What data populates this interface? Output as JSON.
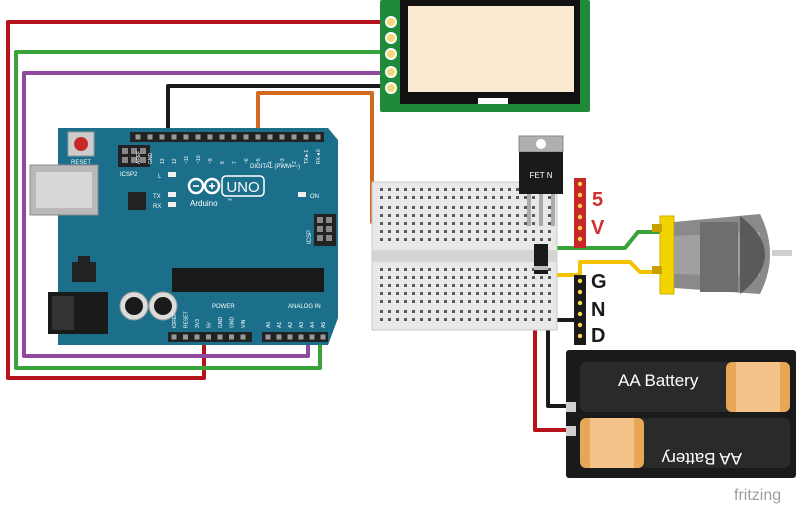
{
  "arduino": {
    "brand": "Arduino",
    "trademark": "™",
    "model": "UNO",
    "reset_label": "RESET",
    "icsp2_label": "ICSP2",
    "icsp_label": "ICSP",
    "led_l": "L",
    "led_tx": "TX",
    "led_rx": "RX",
    "on_label": "ON",
    "digital_label": "DIGITAL (PWM=~)",
    "power_label": "POWER",
    "analog_label": "ANALOG IN",
    "digital_pins": [
      "AREF",
      "GND",
      "13",
      "12",
      "~11",
      "~10",
      "~9",
      "8",
      "7",
      "~6",
      "~5",
      "4",
      "~3",
      "2",
      "TX►1",
      "RX◄0"
    ],
    "power_pins": [
      "IOREF",
      "RESET",
      "3V3",
      "5V",
      "GND",
      "GND",
      "VIN"
    ],
    "analog_pins": [
      "A0",
      "A1",
      "A2",
      "A3",
      "A4",
      "A5"
    ]
  },
  "mosfet": {
    "label": "FET N"
  },
  "header_5v": {
    "label_5": "5",
    "label_v": "V"
  },
  "header_gnd": {
    "label_g": "G",
    "label_n": "N",
    "label_d": "D"
  },
  "battery": {
    "top_label": "AA Battery",
    "bottom_label": "AA Battery"
  },
  "watermark": "fritzing",
  "colors": {
    "wire_red": "#b5121b",
    "wire_green": "#3aa23a",
    "wire_purple": "#8e4a9e",
    "wire_black": "#1a1a1a",
    "wire_orange": "#d2691e",
    "wire_yellow": "#f2c200",
    "arduino_board": "#1b6f8a",
    "label_red": "#d32f2f"
  }
}
